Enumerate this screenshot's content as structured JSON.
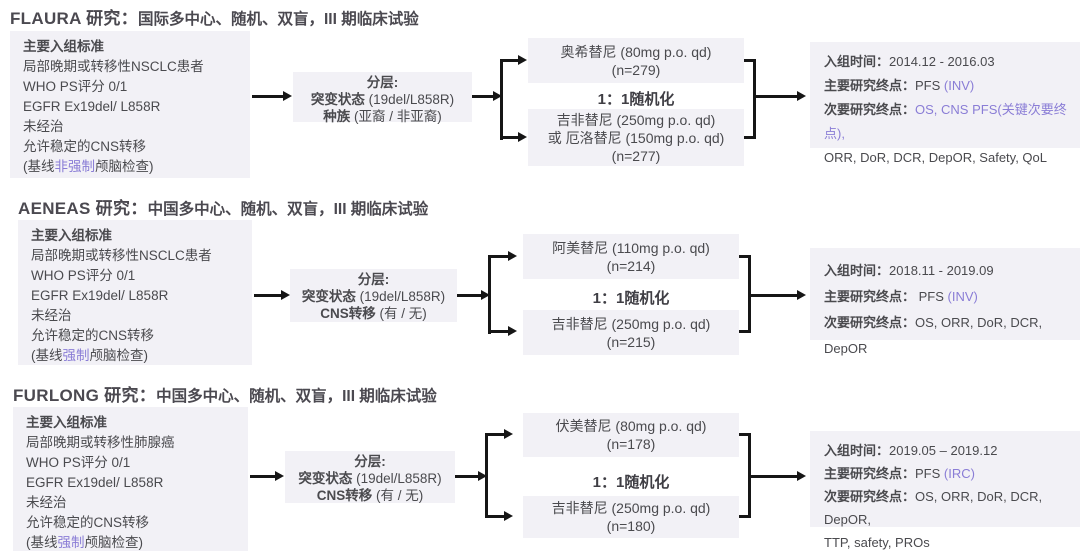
{
  "accent_color": "#8a7dd6",
  "box_color": "#f2f1f6",
  "text_color": "#4a4a4e",
  "studies": [
    {
      "title_name": "FLAURA 研究：",
      "title_desc": "国际多中心、随机、双盲，III 期临床试验",
      "criteria": {
        "heading": "主要入组标准",
        "line1": "局部晚期或转移性NSCLC患者",
        "line2": "WHO PS评分 0/1",
        "line3": "EGFR Ex19del/ L858R",
        "line4": "未经治",
        "line5": "允许稳定的CNS转移",
        "baseline_prefix": "(基线",
        "baseline_highlight": "非强制",
        "baseline_suffix": "颅脑检查)"
      },
      "strat": {
        "heading": "分层:",
        "f1_bold": "突变状态",
        "f1_rest": " (19del/L858R)",
        "f2_bold": "种族",
        "f2_rest": " (亚裔 / 非亚裔)"
      },
      "rand": "1：1随机化",
      "arm_top": {
        "line1": "奥希替尼 (80mg p.o. qd)",
        "line2": "(n=279)"
      },
      "arm_bottom": {
        "line1": "吉非替尼 (250mg p.o. qd)",
        "line2": "或 厄洛替尼 (150mg p.o. qd)",
        "line3": "(n=277)"
      },
      "results": {
        "enroll_label": "入组时间：",
        "enroll_value": "2014.12 - 2016.03",
        "primary_label": "主要研究终点：",
        "primary_value": "PFS ",
        "primary_accent": "(INV)",
        "secondary_label": "次要研究终点：",
        "secondary_accent": "OS, CNS PFS(关键次要终点),",
        "secondary_value": "",
        "secondary_line2": "ORR, DoR, DCR, DepOR, Safety, QoL"
      }
    },
    {
      "title_name": "AENEAS 研究：",
      "title_desc": "中国多中心、随机、双盲，III 期临床试验",
      "criteria": {
        "heading": "主要入组标准",
        "line1": "局部晚期或转移性NSCLC患者",
        "line2": "WHO PS评分 0/1",
        "line3": "EGFR Ex19del/ L858R",
        "line4": "未经治",
        "line5": "允许稳定的CNS转移",
        "baseline_prefix": "(基线",
        "baseline_highlight": "强制",
        "baseline_suffix": "颅脑检查)"
      },
      "strat": {
        "heading": "分层:",
        "f1_bold": "突变状态",
        "f1_rest": " (19del/L858R)",
        "f2_bold": "CNS转移",
        "f2_rest": " (有 / 无)"
      },
      "rand": "1：1随机化",
      "arm_top": {
        "line1": "阿美替尼 (110mg p.o. qd)",
        "line2": "(n=214)"
      },
      "arm_bottom": {
        "line1": "吉非替尼 (250mg p.o. qd)",
        "line2": "(n=215)"
      },
      "results": {
        "enroll_label": "入组时间：",
        "enroll_value": "2018.11 - 2019.09",
        "primary_label": "主要研究终点：",
        "primary_value": " PFS ",
        "primary_accent": "(INV)",
        "secondary_label": "次要研究终点：",
        "secondary_accent": "",
        "secondary_value": "OS, ORR, DoR, DCR, DepOR",
        "secondary_line2": ""
      }
    },
    {
      "title_name": "FURLONG 研究：",
      "title_desc": "中国多中心、随机、双盲，III 期临床试验",
      "criteria": {
        "heading": "主要入组标准",
        "line1": "局部晚期或转移性肺腺癌",
        "line2": "WHO PS评分 0/1",
        "line3": "EGFR Ex19del/ L858R",
        "line4": "未经治",
        "line5": "允许稳定的CNS转移",
        "baseline_prefix": "(基线",
        "baseline_highlight": "强制",
        "baseline_suffix": "颅脑检查)"
      },
      "strat": {
        "heading": "分层:",
        "f1_bold": "突变状态",
        "f1_rest": " (19del/L858R)",
        "f2_bold": "CNS转移",
        "f2_rest": " (有 / 无)"
      },
      "rand": "1：1随机化",
      "arm_top": {
        "line1": "伏美替尼 (80mg p.o. qd)",
        "line2": "(n=178)"
      },
      "arm_bottom": {
        "line1": "吉非替尼 (250mg p.o. qd)",
        "line2": "(n=180)"
      },
      "results": {
        "enroll_label": "入组时间：",
        "enroll_value": "2019.05 – 2019.12",
        "primary_label": "主要研究终点：",
        "primary_value": "PFS ",
        "primary_accent": "(IRC)",
        "secondary_label": "次要研究终点：",
        "secondary_accent": "",
        "secondary_value": "OS, ORR, DoR, DCR, DepOR,",
        "secondary_line2": "TTP, safety, PROs"
      }
    }
  ]
}
